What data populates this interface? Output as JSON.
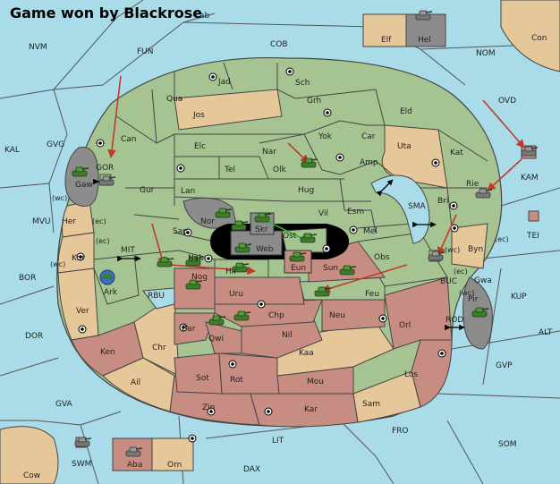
{
  "title": "Game won by Blackrose",
  "colors": {
    "sea": "#a9dce8",
    "land_green": "#a6c491",
    "land_tan": "#e6c79a",
    "land_red": "#c78d83",
    "land_gray": "#8c8c8c",
    "arrow_red": "#c0392b",
    "arrow_green": "#31b22c",
    "tank_green": "#3e7b2a"
  },
  "labels": {
    "lab": "Lab",
    "elf": "Elf",
    "hel": "Hel",
    "con": "Con",
    "nvm": "NVM",
    "fun": "FUN",
    "cob": "COB",
    "nom": "NOM",
    "ovd": "OVD",
    "kal": "KAL",
    "gvg": "GVG",
    "mvu": "MVU",
    "bor": "BOR",
    "dor": "DOR",
    "gva": "GVA",
    "cow": "Cow",
    "swm": "SWM",
    "aba": "Aba",
    "orn": "Orn",
    "dax": "DAX",
    "lit": "LIT",
    "fro": "FRO",
    "som": "SOM",
    "gvp": "GVP",
    "alt": "ALT",
    "kup": "KUP",
    "rod": "ROD",
    "buc": "BUC",
    "tei": "TEI",
    "kam": "KAM",
    "sma": "SMA",
    "mit": "MIT",
    "rbu": "RBU",
    "jad": "Jad",
    "sch": "Sch",
    "qua": "Qua",
    "jos": "Jos",
    "grh": "Grh",
    "eld": "Eld",
    "can": "Can",
    "elc": "Elc",
    "nar": "Nar",
    "yok": "Yok",
    "car": "Car",
    "uta": "Uta",
    "kat": "Kat",
    "gor": "GOR",
    "tel": "Tel",
    "olk": "Olk",
    "amp": "Amp",
    "gaw": "Gaw",
    "gur": "Gur",
    "lan": "Lan",
    "hug": "Hug",
    "rie": "Rie",
    "bri": "Bri",
    "wc1": "(wc)",
    "nor": "Nor",
    "skr": "Skr",
    "vil": "Vil",
    "esm": "Esm",
    "her": "Her",
    "ec1": "(ec)",
    "sap": "Sap",
    "web": "Web",
    "ost": "Ost",
    "mel": "Mel",
    "byn": "Byn",
    "ec2": "(ec)",
    "ec3": "(ec)",
    "kor": "Kor",
    "wc2": "(wc)",
    "nab": "Nab",
    "eun": "Eun",
    "sun": "Sun",
    "obs": "Obs",
    "wc3": "(wc)",
    "ec4": "(ec)",
    "hir": "Hir",
    "nog": "Nog",
    "gwa": "Gwa",
    "ark": "Ark",
    "wc4": "(wc)",
    "uru": "Uru",
    "feu": "Feu",
    "pir": "Pir",
    "ver": "Ver",
    "chp": "Chp",
    "neu": "Neu",
    "orl": "Orl",
    "bar": "Bar",
    "qwi": "Qwi",
    "nil": "Nil",
    "ken": "Ken",
    "chr": "Chr",
    "kaa": "Kaa",
    "ail": "Ail",
    "sot": "Sot",
    "rot": "Rot",
    "mou": "Mou",
    "los": "Los",
    "zin": "Zin",
    "kar": "Kar",
    "sam": "Sam"
  }
}
